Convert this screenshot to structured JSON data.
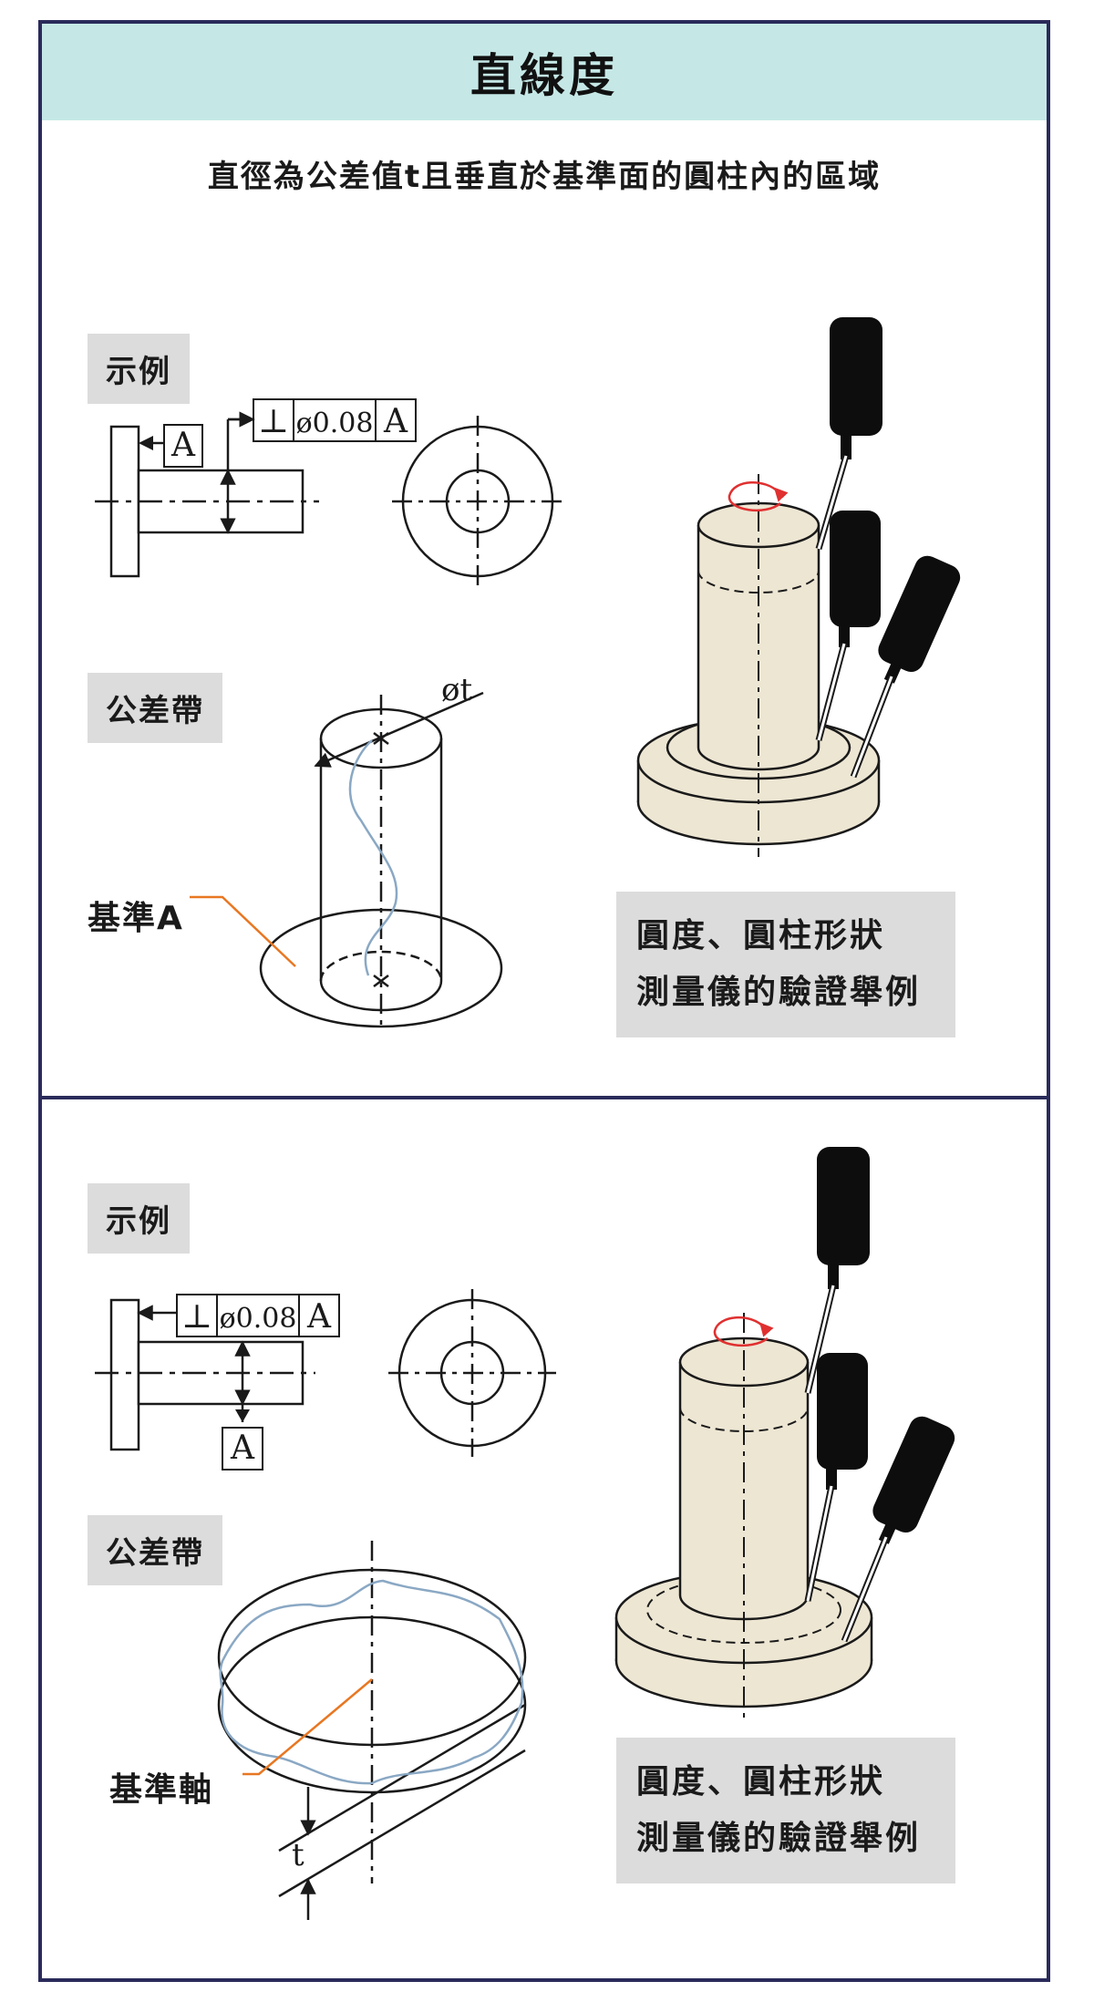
{
  "header": {
    "title": "直線度",
    "subtitle": "直徑為公差值t且垂直於基準面的圓柱內的區域"
  },
  "section1": {
    "example_tag": "示例",
    "tolerance_zone_tag": "公差帶",
    "fcf": {
      "symbol": "⊥",
      "value": "ø0.08",
      "datum": "A"
    },
    "datum_box": "A",
    "diameter_label": "øt",
    "datum_label": "基準A",
    "caption_line1": "圓度、圓柱形狀",
    "caption_line2": "測量儀的驗證舉例"
  },
  "section2": {
    "example_tag": "示例",
    "tolerance_zone_tag": "公差帶",
    "fcf": {
      "symbol": "⊥",
      "value": "ø0.08",
      "datum": "A"
    },
    "datum_box": "A",
    "thickness_label": "t",
    "datum_label": "基準軸",
    "caption_line1": "圓度、圓柱形狀",
    "caption_line2": "測量儀的驗證舉例"
  },
  "colors": {
    "frame": "#2a2b5a",
    "title_bg": "#c5e8e6",
    "tag_bg": "#dcdcdc",
    "leader_orange": "#e87722",
    "profile_blue": "#8aa8c4",
    "part_fill": "#ede6d3",
    "arrow_red": "#e03030",
    "probe_black": "#0d0d0d"
  }
}
